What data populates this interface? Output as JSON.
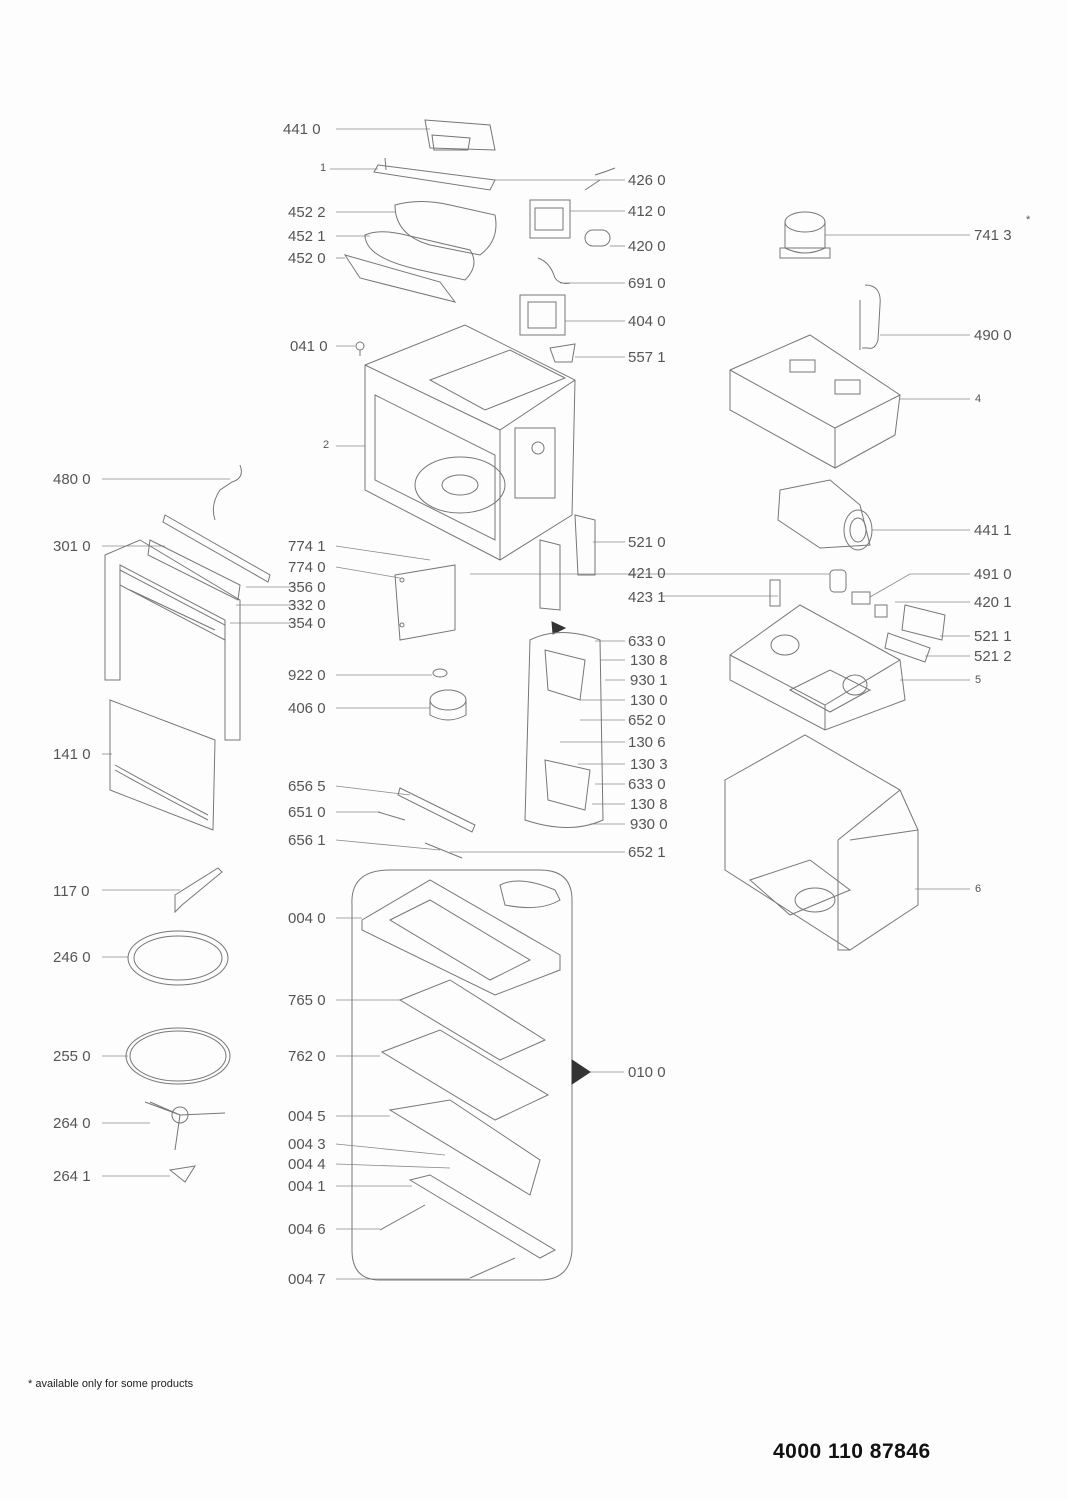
{
  "labels": {
    "l4410": "441 0",
    "l1": "1",
    "l4260": "426 0",
    "l4522": "452 2",
    "l4120": "412 0",
    "l4521": "452 1",
    "l4200": "420 0",
    "l7413": "741 3",
    "l7413star": "*",
    "l4520": "452 0",
    "l6910": "691 0",
    "l4040": "404 0",
    "l4900": "490 0",
    "l0410": "041 0",
    "l5571": "557 1",
    "l4": "4",
    "l2": "2",
    "l4800": "480 0",
    "l4411": "441 1",
    "l3010": "301 0",
    "l7741": "774 1",
    "l5210": "521 0",
    "l7740": "774 0",
    "l4210": "421 0",
    "l4910": "491 0",
    "l3560": "356 0",
    "l4231": "423 1",
    "l4201": "420 1",
    "l3320": "332 0",
    "l3540": "354 0",
    "l5211": "521 1",
    "l6330a": "633 0",
    "l5212": "521 2",
    "l1308a": "130 8",
    "l5": "5",
    "l9220": "922 0",
    "l9301": "930 1",
    "l1300": "130 0",
    "l4060": "406 0",
    "l6520": "652 0",
    "l1410": "141 0",
    "l1306": "130 6",
    "l1303": "130 3",
    "l6330b": "633 0",
    "l1308b": "130 8",
    "l6565": "656 5",
    "l9300": "930 0",
    "l6510": "651 0",
    "l6561": "656 1",
    "l6521": "652 1",
    "l1170": "117 0",
    "l6": "6",
    "l0040": "004 0",
    "l2460": "246 0",
    "l7650": "765 0",
    "l2550": "255 0",
    "l7620": "762 0",
    "l0100": "010 0",
    "l0045": "004 5",
    "l2640": "264 0",
    "l0043": "004 3",
    "l0044": "004 4",
    "l0041": "004 1",
    "l2641": "264 1",
    "l0046": "004 6",
    "l0047": "004 7"
  },
  "footnote": "* available only for some products",
  "document_number": "4000 110 87846"
}
